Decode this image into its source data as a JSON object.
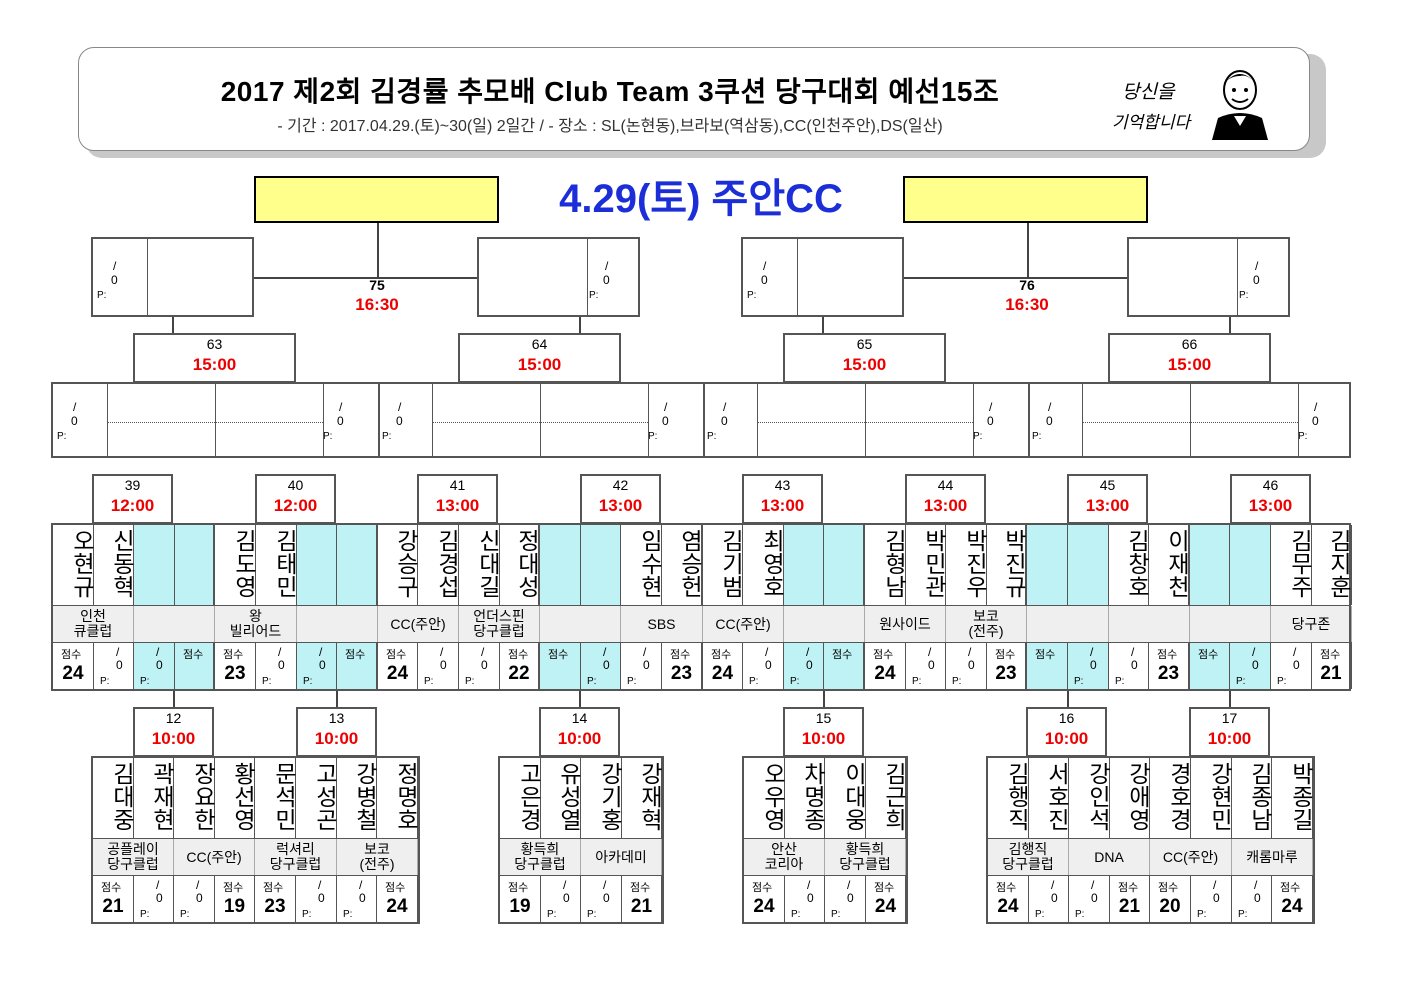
{
  "header": {
    "title": "2017 제2회 김경률 추모배 Club Team 3쿠션 당구대회 예선15조",
    "subtitle": "- 기간 : 2017.04.29.(토)~30(일) 2일간 / - 장소 : SL(논현동),브라보(역삼동),CC(인천주안),DS(일산)",
    "logo_text": "당신을 기억합니다"
  },
  "banner": {
    "text": "4.29(토) 주안CC"
  },
  "finals": [
    {
      "num": "75",
      "time": "16:30"
    },
    {
      "num": "76",
      "time": "16:30"
    }
  ],
  "semis": [
    {
      "num": "63",
      "time": "15:00"
    },
    {
      "num": "64",
      "time": "15:00"
    },
    {
      "num": "65",
      "time": "15:00"
    },
    {
      "num": "66",
      "time": "15:00"
    }
  ],
  "slot": {
    "slash": "/",
    "zero": "0",
    "p": "P:",
    "score_label": "점수"
  },
  "round2": [
    {
      "num": "39",
      "time": "12:00"
    },
    {
      "num": "40",
      "time": "12:00"
    },
    {
      "num": "41",
      "time": "13:00"
    },
    {
      "num": "42",
      "time": "13:00"
    },
    {
      "num": "43",
      "time": "13:00"
    },
    {
      "num": "44",
      "time": "13:00"
    },
    {
      "num": "45",
      "time": "13:00"
    },
    {
      "num": "46",
      "time": "13:00"
    }
  ],
  "upper_cells": [
    {
      "name": "오현규",
      "club": "인천 큐클럽",
      "score": "24",
      "cyan": false
    },
    {
      "name": "신동혁",
      "club": "",
      "score": "0",
      "cyan": false
    },
    {
      "name": "",
      "club": "",
      "score": "0",
      "cyan": true
    },
    {
      "name": "",
      "club": "",
      "score": "",
      "cyan": true
    },
    {
      "name": "김도영",
      "club": "왕 빌리어드",
      "score": "23",
      "cyan": false
    },
    {
      "name": "김태민",
      "club": "",
      "score": "0",
      "cyan": false
    },
    {
      "name": "",
      "club": "",
      "score": "0",
      "cyan": true
    },
    {
      "name": "",
      "club": "",
      "score": "",
      "cyan": true
    },
    {
      "name": "강승구",
      "club": "CC(주안)",
      "score": "24",
      "cyan": false
    },
    {
      "name": "김경섭",
      "club": "",
      "score": "0",
      "cyan": false
    },
    {
      "name": "신대길",
      "club": "언더스핀 당구클럽",
      "score": "0",
      "cyan": false
    },
    {
      "name": "정대성",
      "club": "",
      "score": "22",
      "cyan": false
    },
    {
      "name": "",
      "club": "",
      "score": "",
      "cyan": true
    },
    {
      "name": "",
      "club": "",
      "score": "0",
      "cyan": true
    },
    {
      "name": "임수현",
      "club": "SBS",
      "score": "0",
      "cyan": false
    },
    {
      "name": "염승헌",
      "club": "",
      "score": "23",
      "cyan": false
    },
    {
      "name": "김기범",
      "club": "CC(주안)",
      "score": "24",
      "cyan": false
    },
    {
      "name": "최영호",
      "club": "",
      "score": "0",
      "cyan": false
    },
    {
      "name": "",
      "club": "",
      "score": "0",
      "cyan": true
    },
    {
      "name": "",
      "club": "",
      "score": "",
      "cyan": true
    },
    {
      "name": "김형남",
      "club": "원사이드",
      "score": "24",
      "cyan": false
    },
    {
      "name": "박민관",
      "club": "",
      "score": "0",
      "cyan": false
    },
    {
      "name": "박진우",
      "club": "보코 (전주)",
      "score": "0",
      "cyan": false
    },
    {
      "name": "박진규",
      "club": "",
      "score": "23",
      "cyan": false
    },
    {
      "name": "",
      "club": "",
      "score": "",
      "cyan": true
    },
    {
      "name": "",
      "club": "",
      "score": "0",
      "cyan": true
    },
    {
      "name": "김창호",
      "club": "",
      "score": "0",
      "cyan": false
    },
    {
      "name": "이재천",
      "club": "",
      "score": "23",
      "cyan": false
    },
    {
      "name": "",
      "club": "",
      "score": "",
      "cyan": true
    },
    {
      "name": "",
      "club": "",
      "score": "0",
      "cyan": true
    },
    {
      "name": "김무주",
      "club": "당구존",
      "score": "0",
      "cyan": false
    },
    {
      "name": "김지훈",
      "club": "",
      "score": "21",
      "cyan": false
    }
  ],
  "round1": [
    {
      "num": "12",
      "time": "10:00"
    },
    {
      "num": "13",
      "time": "10:00"
    },
    {
      "num": "14",
      "time": "10:00"
    },
    {
      "num": "15",
      "time": "10:00"
    },
    {
      "num": "16",
      "time": "10:00"
    },
    {
      "num": "17",
      "time": "10:00"
    }
  ],
  "lower_groups": [
    {
      "cells": [
        {
          "name": "김대중",
          "score": "21"
        },
        {
          "name": "곽재현",
          "score": "0"
        },
        {
          "name": "장요한",
          "score": "0"
        },
        {
          "name": "황선영",
          "score": "19"
        },
        {
          "name": "문석민",
          "score": "23"
        },
        {
          "name": "고성곤",
          "score": "0"
        },
        {
          "name": "강병철",
          "score": "0"
        },
        {
          "name": "정명호",
          "score": "24"
        }
      ],
      "clubs": [
        "공플레이 당구클럽",
        "CC(주안)",
        "럭셔리 당구클럽",
        "보코 (전주)"
      ]
    },
    {
      "cells": [
        {
          "name": "고은경",
          "score": "19"
        },
        {
          "name": "유성열",
          "score": "0"
        },
        {
          "name": "강기홍",
          "score": "0"
        },
        {
          "name": "강재혁",
          "score": "21"
        }
      ],
      "clubs": [
        "황득희 당구클럽",
        "아카데미"
      ]
    },
    {
      "cells": [
        {
          "name": "오우영",
          "score": "24"
        },
        {
          "name": "차명종",
          "score": "0"
        },
        {
          "name": "이대웅",
          "score": "0"
        },
        {
          "name": "김근희",
          "score": "24"
        }
      ],
      "clubs": [
        "안산 코리아",
        "황득희 당구클럽"
      ]
    },
    {
      "cells": [
        {
          "name": "김행직",
          "score": "24"
        },
        {
          "name": "서호진",
          "score": "0"
        },
        {
          "name": "강인석",
          "score": "0"
        },
        {
          "name": "강애영",
          "score": "21"
        },
        {
          "name": "경호경",
          "score": "20"
        },
        {
          "name": "강현민",
          "score": "0"
        },
        {
          "name": "김종남",
          "score": "0"
        },
        {
          "name": "박종길",
          "score": "24"
        }
      ],
      "clubs": [
        "김행직 당구클럽",
        "DNA",
        "CC(주안)",
        "캐롬마루"
      ]
    }
  ]
}
